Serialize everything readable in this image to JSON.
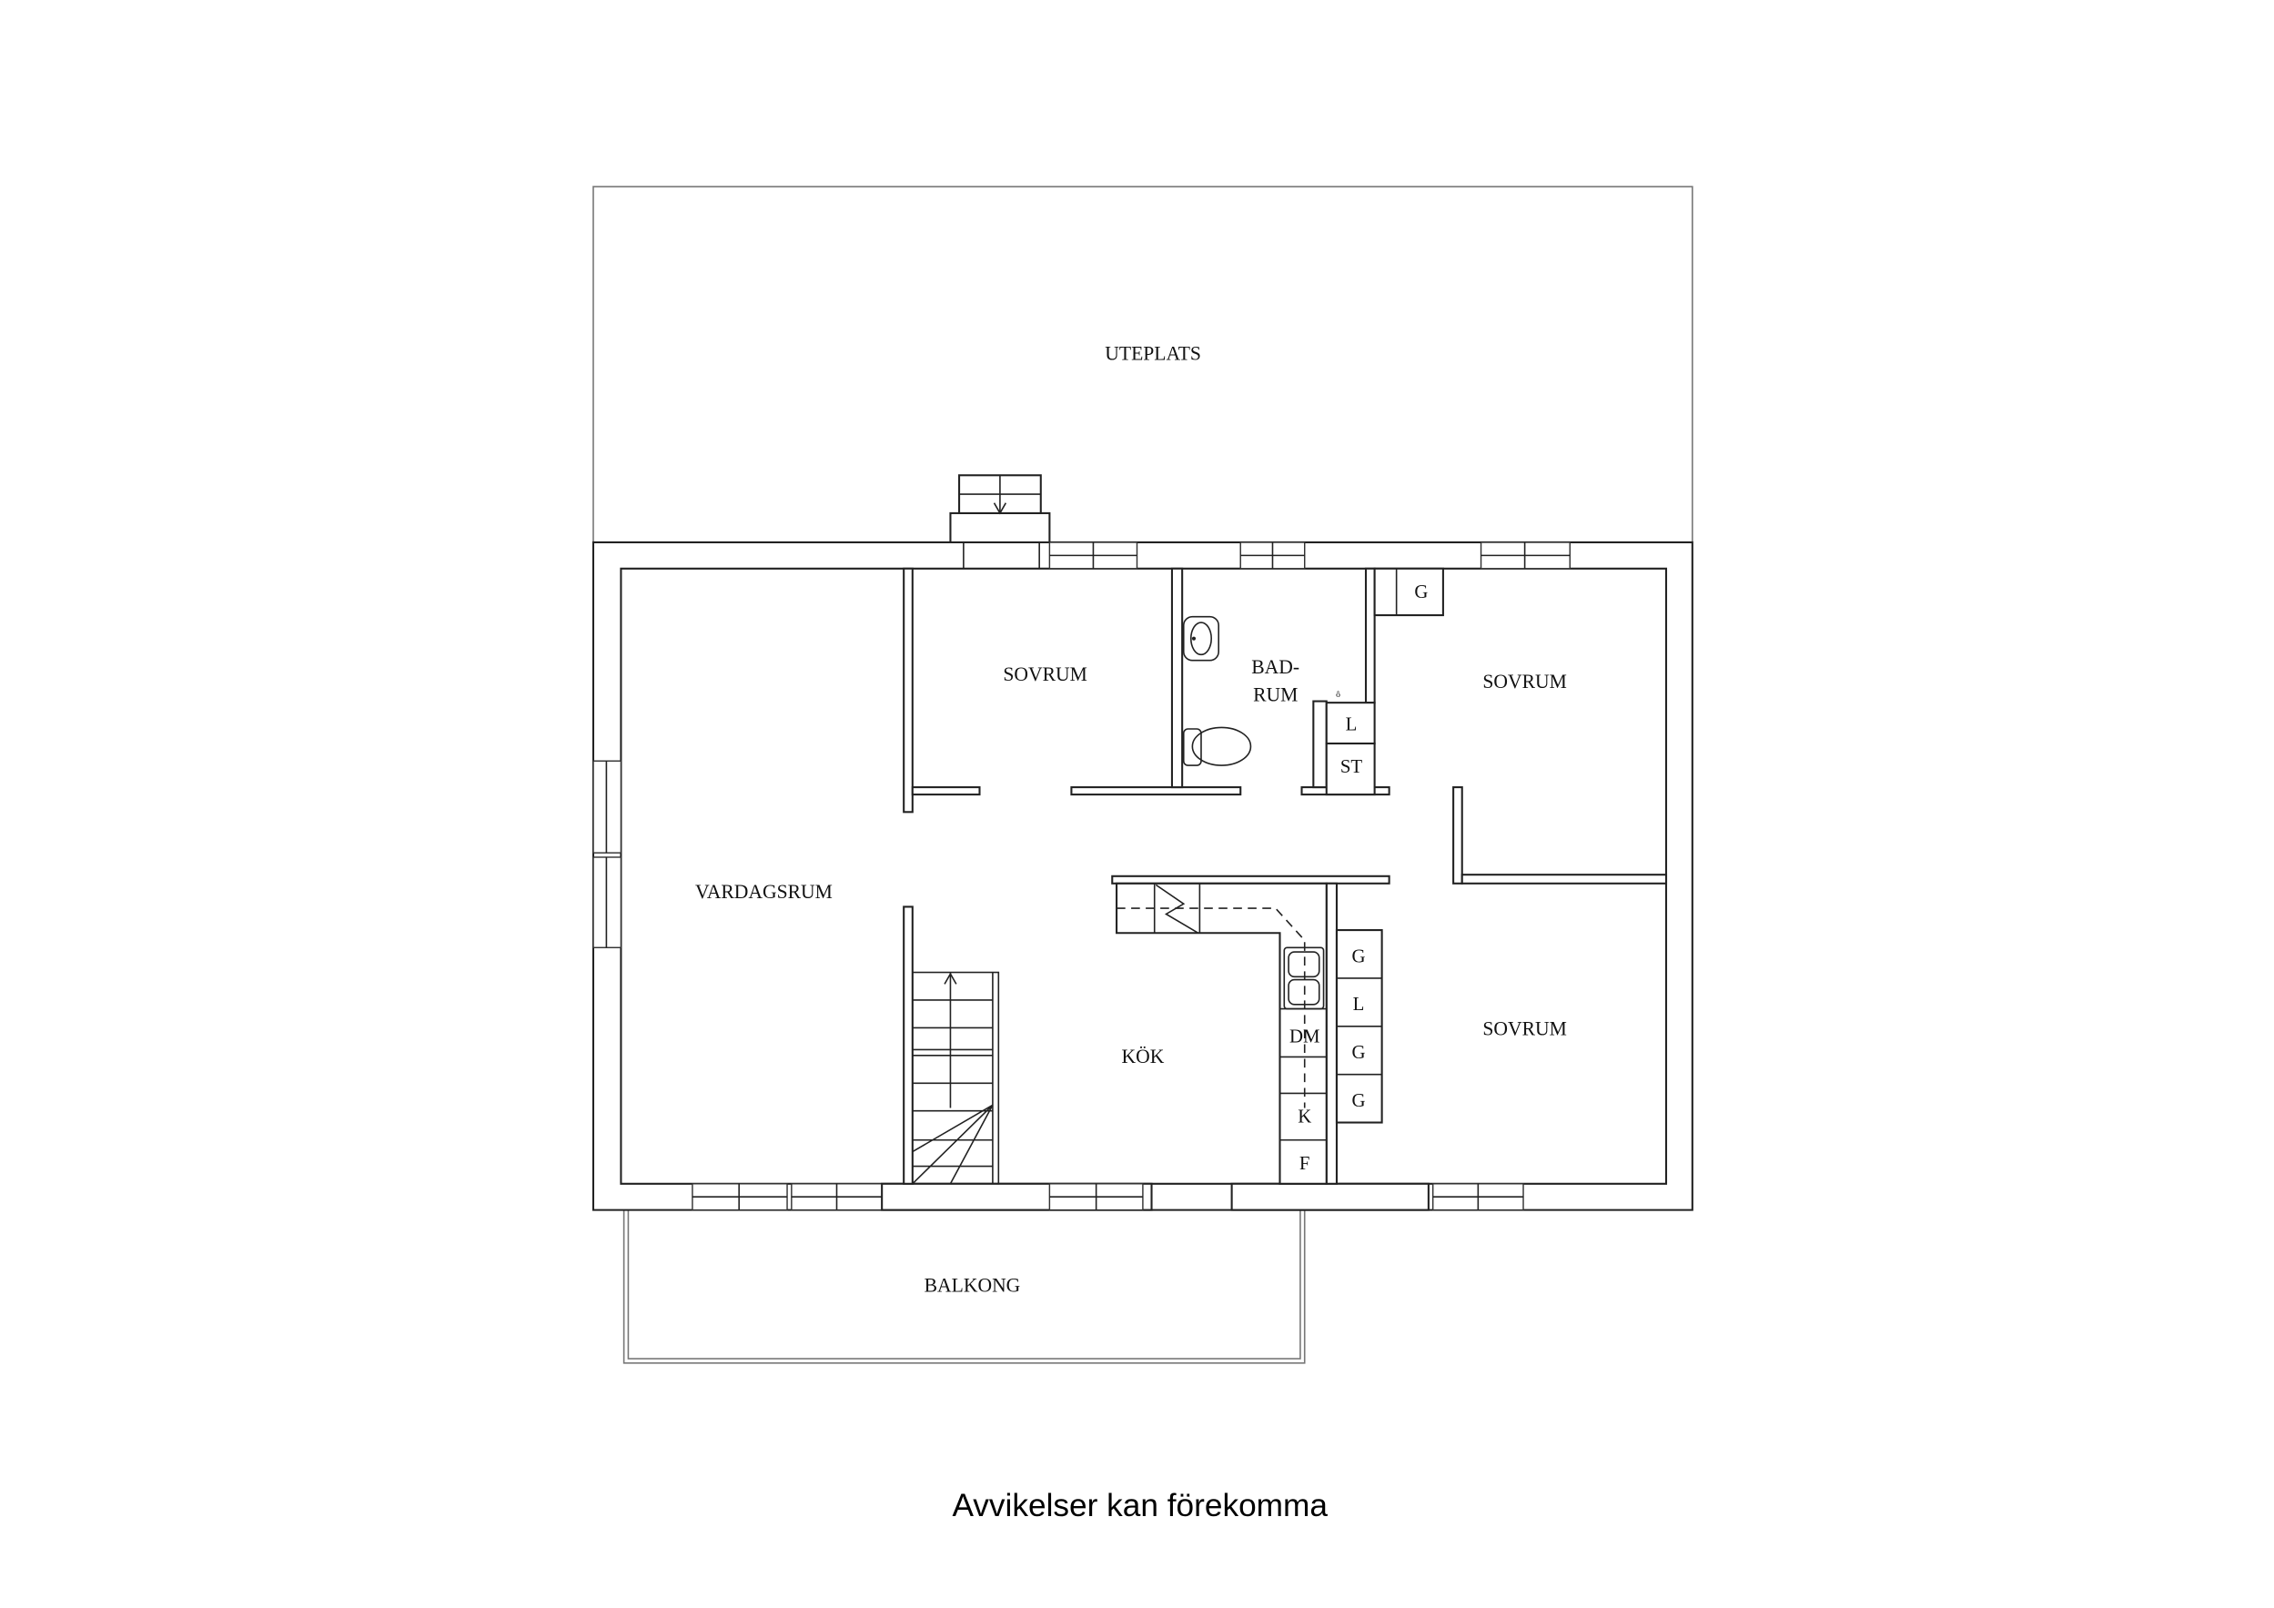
{
  "rooms": {
    "uteplats": "UTEPLATS",
    "sovrum_1": "SOVRUM",
    "badrum_line1": "BAD-",
    "badrum_line2": "RUM",
    "sovrum_2": "SOVRUM",
    "vardagsrum": "VARDAGSRUM",
    "kok": "KÖK",
    "sovrum_3": "SOVRUM",
    "balkong": "BALKONG"
  },
  "fixtures": {
    "hall_closet": "G",
    "bath_l": "L",
    "bath_st": "ST",
    "kitchen_dm": "DM",
    "kitchen_k": "K",
    "kitchen_f": "F",
    "closets": [
      "G",
      "L",
      "G",
      "G"
    ]
  },
  "footer": "Avvikelser kan förekomma"
}
